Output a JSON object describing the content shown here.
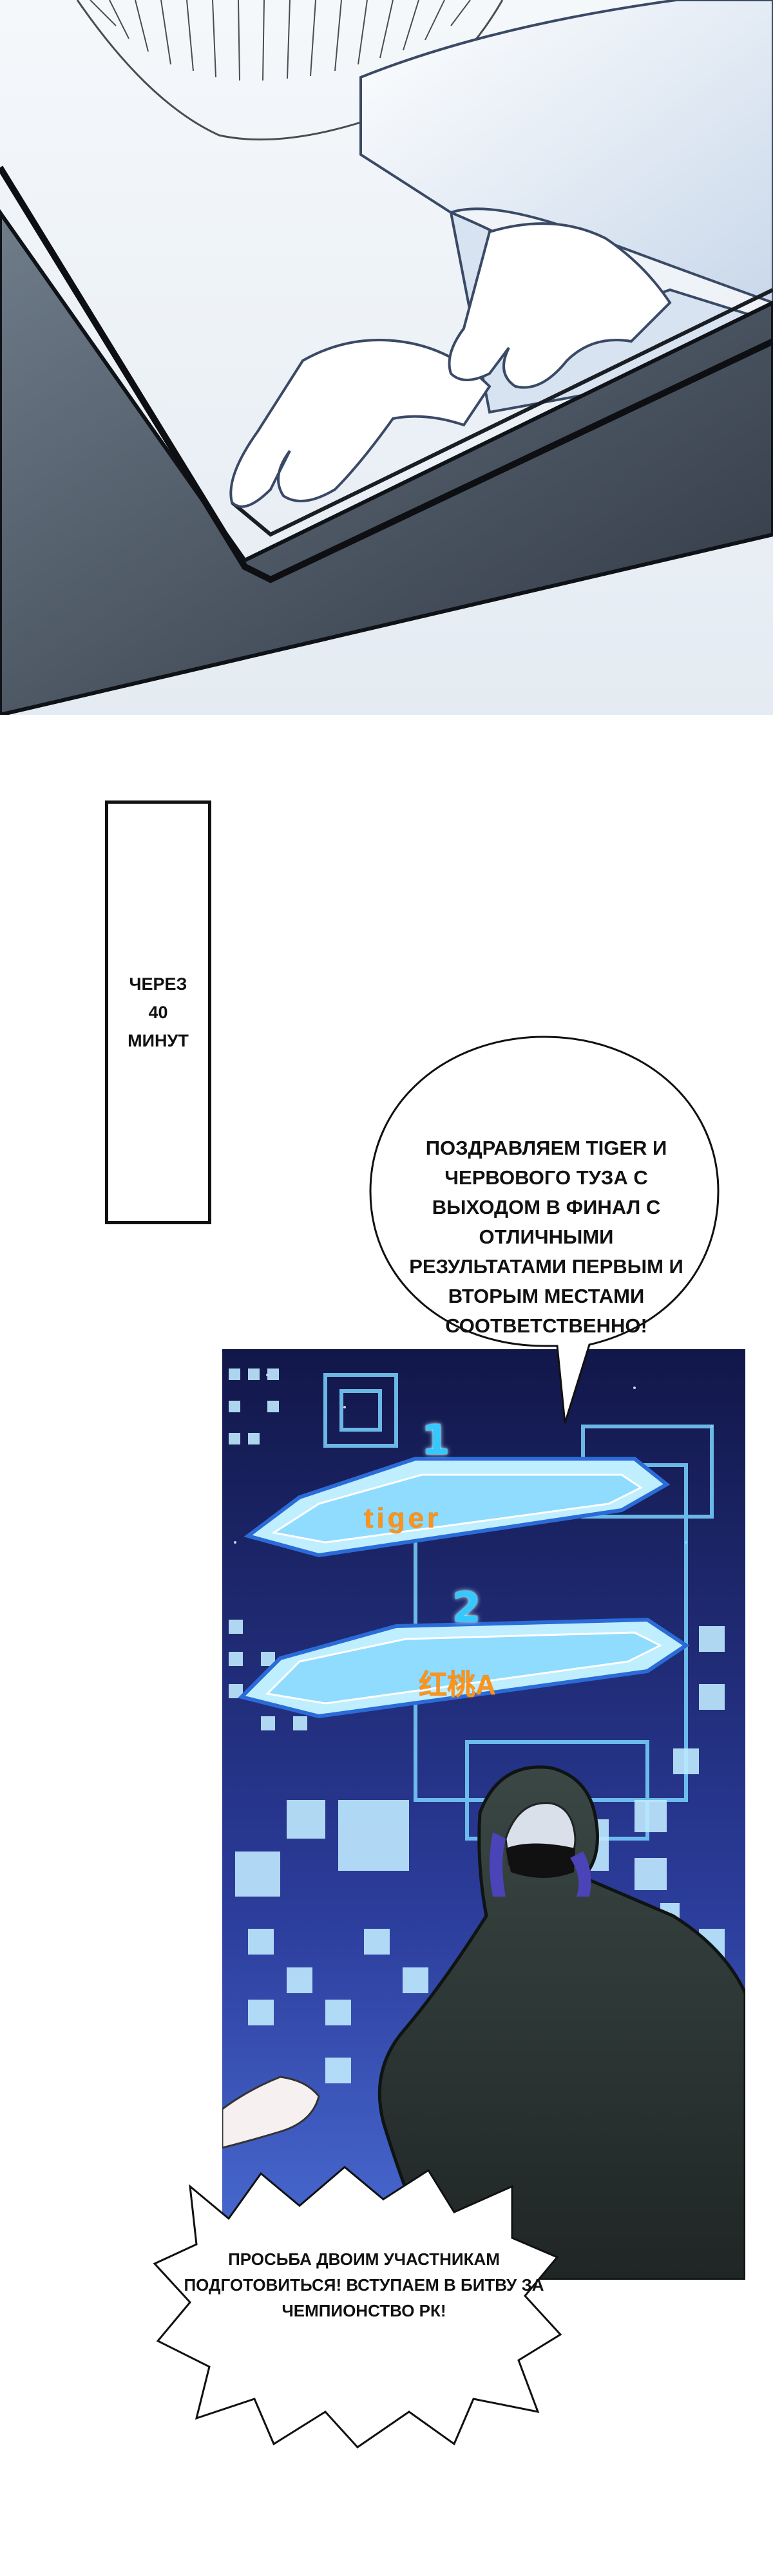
{
  "caption": {
    "text": "ЧЕРЕЗ\n40\nМИНУТ"
  },
  "speech_main": {
    "text": "ПОЗДРАВЛЯЕМ TIGER И ЧЕРВОВОГО ТУЗА С ВЫХОДОМ В ФИНАЛ С ОТЛИЧНЫМИ РЕЗУЛЬТАТАМИ ПЕРВЫМ И ВТОРЫМ МЕСТАМИ СООТВЕТСТВЕННО!"
  },
  "speech_bottom": {
    "text": "ПРОСЬБА ДВОИМ УЧАСТНИКАМ ПОДГОТОВИТЬСЯ! ВСТУПАЕМ В БИТВУ ЗА ЧЕМПИОНСТВО РК!"
  },
  "ranking": [
    {
      "rank": "1",
      "name": "tiger"
    },
    {
      "rank": "2",
      "name": "红桃A"
    }
  ],
  "colors": {
    "night_sky": "#1a1f6e",
    "screen_blue": "#7ad3ff",
    "plaque_text": "#ff9316",
    "cloak": "#2b3331"
  },
  "icons": {
    "hands": "hands-on-keyboard-illustration",
    "figure": "hooded-masked-figure-illustration"
  }
}
